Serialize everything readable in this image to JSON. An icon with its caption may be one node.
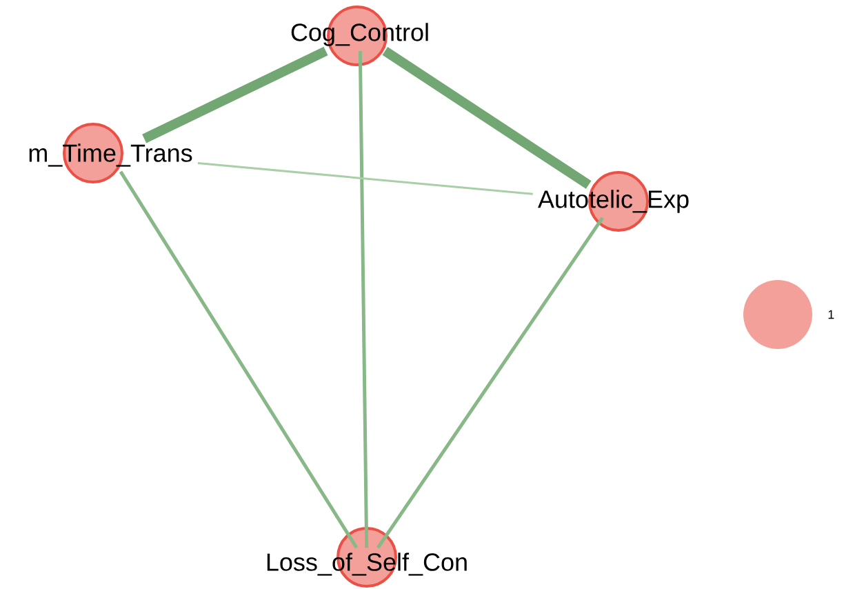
{
  "diagram": {
    "nodes": [
      {
        "text": [
          "Cog_Control"
        ]
      },
      {
        "text": [
          "m_Time_Trans"
        ]
      },
      {
        "text": [
          "Autotelic_Exp"
        ]
      },
      {
        "text": [
          "Loss_of_Self_Con"
        ]
      }
    ],
    "edges": [
      {
        "from": 0,
        "to": 1,
        "arrow": "none",
        "style": "thick",
        "color": "#72a672"
      },
      {
        "from": 0,
        "to": 2,
        "arrow": "none",
        "style": "thick",
        "color": "#72a672"
      },
      {
        "from": 0,
        "to": 3,
        "arrow": "none"
      },
      {
        "from": 1,
        "to": 2,
        "arrow": "none",
        "color": "#a9cfa6"
      },
      {
        "from": 1,
        "to": 3,
        "arrow": "none"
      },
      {
        "from": 2,
        "to": 3,
        "arrow": "none"
      }
    ],
    "legend": [
      {
        "text": "1",
        "color": "#f4a09a"
      }
    ]
  }
}
